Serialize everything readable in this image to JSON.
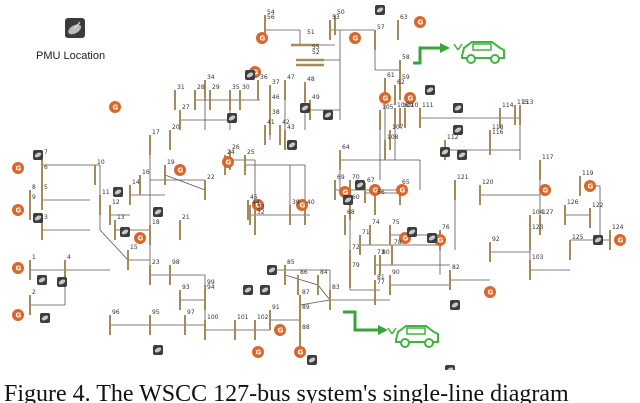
{
  "legend": {
    "pmu_label": "PMU Location",
    "pmu_icon": "satellite-dish-icon",
    "generator_symbol": "G"
  },
  "caption": {
    "text": "Figure 4. The WSCC 127-bus system's single-line diagram"
  },
  "bus_labels": [
    "1",
    "2",
    "3",
    "4",
    "5",
    "6",
    "7",
    "8",
    "9",
    "10",
    "11",
    "12",
    "13",
    "14",
    "15",
    "16",
    "17",
    "18",
    "19",
    "20",
    "21",
    "22",
    "23",
    "24",
    "25",
    "26",
    "27",
    "28",
    "29",
    "30",
    "31",
    "32",
    "33",
    "34",
    "35",
    "36",
    "37",
    "38",
    "39",
    "40",
    "41",
    "42",
    "43",
    "44",
    "45",
    "46",
    "47",
    "48",
    "49",
    "50",
    "51",
    "52",
    "53",
    "54",
    "55",
    "56",
    "57",
    "58",
    "59",
    "60",
    "61",
    "62",
    "63",
    "64",
    "65",
    "66",
    "67",
    "68",
    "69",
    "70",
    "71",
    "72",
    "73",
    "74",
    "75",
    "76",
    "77",
    "78",
    "79",
    "80",
    "81",
    "82",
    "83",
    "84",
    "85",
    "86",
    "87",
    "88",
    "89",
    "90",
    "91",
    "92",
    "93",
    "94",
    "95",
    "96",
    "97",
    "98",
    "99",
    "100",
    "101",
    "102",
    "103",
    "104",
    "105",
    "106",
    "107",
    "108",
    "109",
    "110",
    "111",
    "112",
    "113",
    "114",
    "115",
    "116",
    "117",
    "118",
    "119",
    "120",
    "121",
    "122",
    "123",
    "124",
    "125",
    "126",
    "127"
  ],
  "ev_icons": [
    "electric-car-icon",
    "electric-car-icon"
  ],
  "colors": {
    "bus": "#a58a5c",
    "line": "#555555",
    "generator": "#d9662b",
    "arrow": "#3aa43a",
    "car": "#3fb53f"
  }
}
